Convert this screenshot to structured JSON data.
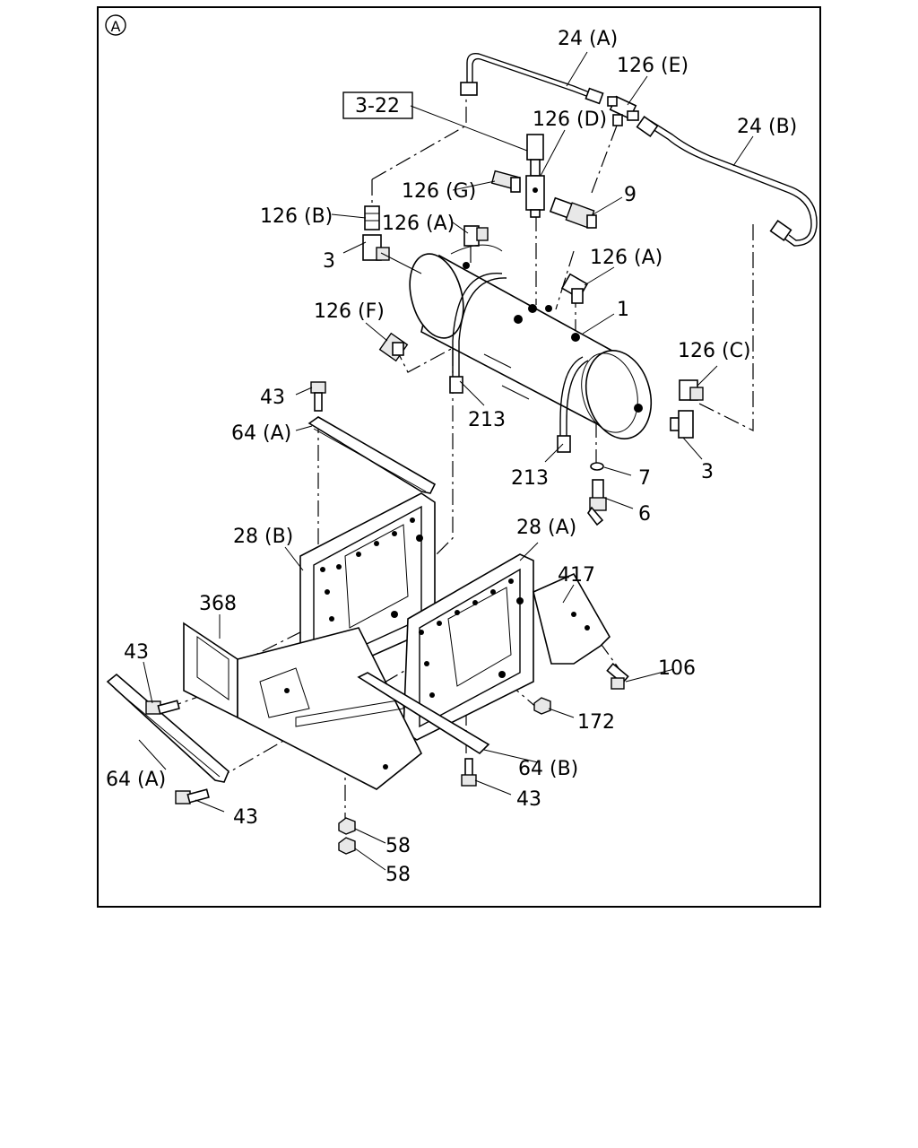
{
  "view_marker": "A",
  "ref_box": "3-22",
  "callouts": [
    {
      "id": "c-24a",
      "text": "24 (A)"
    },
    {
      "id": "c-126e",
      "text": "126 (E)"
    },
    {
      "id": "c-126d",
      "text": "126 (D)"
    },
    {
      "id": "c-24b",
      "text": "24 (B)"
    },
    {
      "id": "c-126g",
      "text": "126 (G)"
    },
    {
      "id": "c-9",
      "text": "9"
    },
    {
      "id": "c-126b",
      "text": "126 (B)"
    },
    {
      "id": "c-126a-1",
      "text": "126 (A)"
    },
    {
      "id": "c-3-left",
      "text": "3"
    },
    {
      "id": "c-126a-2",
      "text": "126 (A)"
    },
    {
      "id": "c-1",
      "text": "1"
    },
    {
      "id": "c-126f",
      "text": "126 (F)"
    },
    {
      "id": "c-126c",
      "text": "126 (C)"
    },
    {
      "id": "c-43-top",
      "text": "43"
    },
    {
      "id": "c-213-a",
      "text": "213"
    },
    {
      "id": "c-64a-top",
      "text": "64 (A)"
    },
    {
      "id": "c-3-right",
      "text": "3"
    },
    {
      "id": "c-213-b",
      "text": "213"
    },
    {
      "id": "c-7",
      "text": "7"
    },
    {
      "id": "c-6",
      "text": "6"
    },
    {
      "id": "c-28a",
      "text": "28 (A)"
    },
    {
      "id": "c-28b",
      "text": "28 (B)"
    },
    {
      "id": "c-417",
      "text": "417"
    },
    {
      "id": "c-368",
      "text": "368"
    },
    {
      "id": "c-106",
      "text": "106"
    },
    {
      "id": "c-43-left",
      "text": "43"
    },
    {
      "id": "c-172",
      "text": "172"
    },
    {
      "id": "c-64b",
      "text": "64 (B)"
    },
    {
      "id": "c-64a-bottom",
      "text": "64 (A)"
    },
    {
      "id": "c-43-mid",
      "text": "43"
    },
    {
      "id": "c-43-bottom",
      "text": "43"
    },
    {
      "id": "c-58-a",
      "text": "58"
    },
    {
      "id": "c-58-b",
      "text": "58"
    }
  ]
}
